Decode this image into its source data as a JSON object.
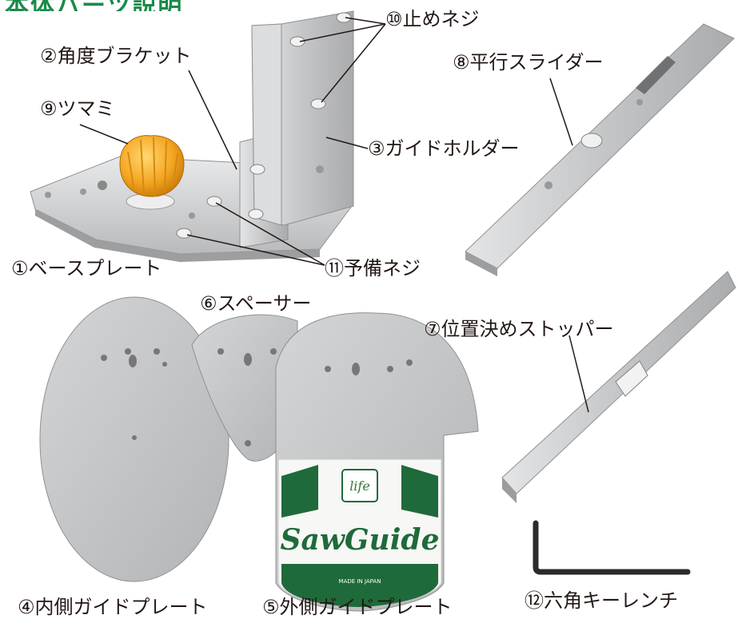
{
  "header": {
    "title_fragment": "本体パーツ説明"
  },
  "parts": {
    "p1": "①ベースプレート",
    "p2": "②角度ブラケット",
    "p3": "③ガイドホルダー",
    "p4": "④内側ガイドプレート",
    "p5": "⑤外側ガイドプレート",
    "p6": "⑥スペーサー",
    "p7": "⑦位置決めストッパー",
    "p8": "⑧平行スライダー",
    "p9": "⑨ツマミ",
    "p10": "⑩止めネジ",
    "p11": "⑪予備ネジ",
    "p12": "⑫六角キーレンチ"
  },
  "logo": {
    "brand": "SawGuide",
    "mark": "life",
    "small_print": "MADE IN JAPAN"
  },
  "colors": {
    "title_green": "#1a8a4a",
    "logo_green": "#1f6a3a",
    "knob_orange": "#f0a020",
    "metal": "#c9cbcd",
    "metal_dark": "#9a9c9e"
  }
}
